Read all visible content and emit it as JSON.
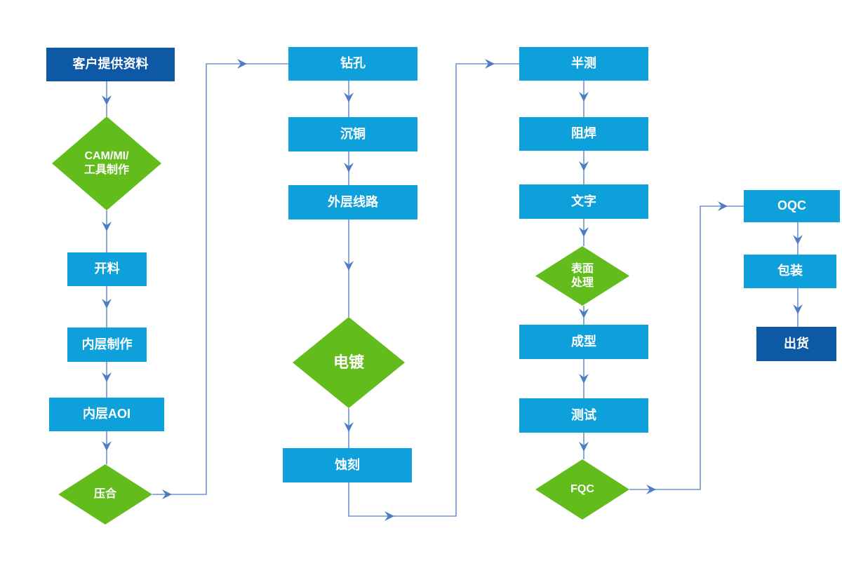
{
  "colors": {
    "process_fill": "#0EA0DB",
    "startend_fill": "#0E59A5",
    "decision_fill": "#62BD1C",
    "line_color": "#6F93CD",
    "head_color": "#4E7BC3",
    "label_color": "#FFFFFF"
  },
  "nodes": {
    "customer_data": {
      "label": "客户提供资料"
    },
    "cam_mi": {
      "line1": "CAM/MI/",
      "line2": "工具制作"
    },
    "cutting": {
      "label": "开料"
    },
    "inner_layer": {
      "label": "内层制作"
    },
    "inner_aoi": {
      "label": "内层AOI"
    },
    "lamination": {
      "label": "压合"
    },
    "drilling": {
      "label": "钻孔"
    },
    "copper_deposition": {
      "label": "沉铜"
    },
    "outer_layer": {
      "label": "外层线路"
    },
    "plating": {
      "label": "电镀"
    },
    "etching": {
      "label": "蚀刻"
    },
    "half_test": {
      "label": "半测"
    },
    "solder_mask": {
      "label": "阻焊"
    },
    "silkscreen": {
      "label": "文字"
    },
    "surface_finish": {
      "line1": "表面",
      "line2": "处理"
    },
    "forming": {
      "label": "成型"
    },
    "testing": {
      "label": "测试"
    },
    "fqc": {
      "label": "FQC"
    },
    "oqc": {
      "label": "OQC"
    },
    "packaging": {
      "label": "包装"
    },
    "shipping": {
      "label": "出货"
    }
  }
}
